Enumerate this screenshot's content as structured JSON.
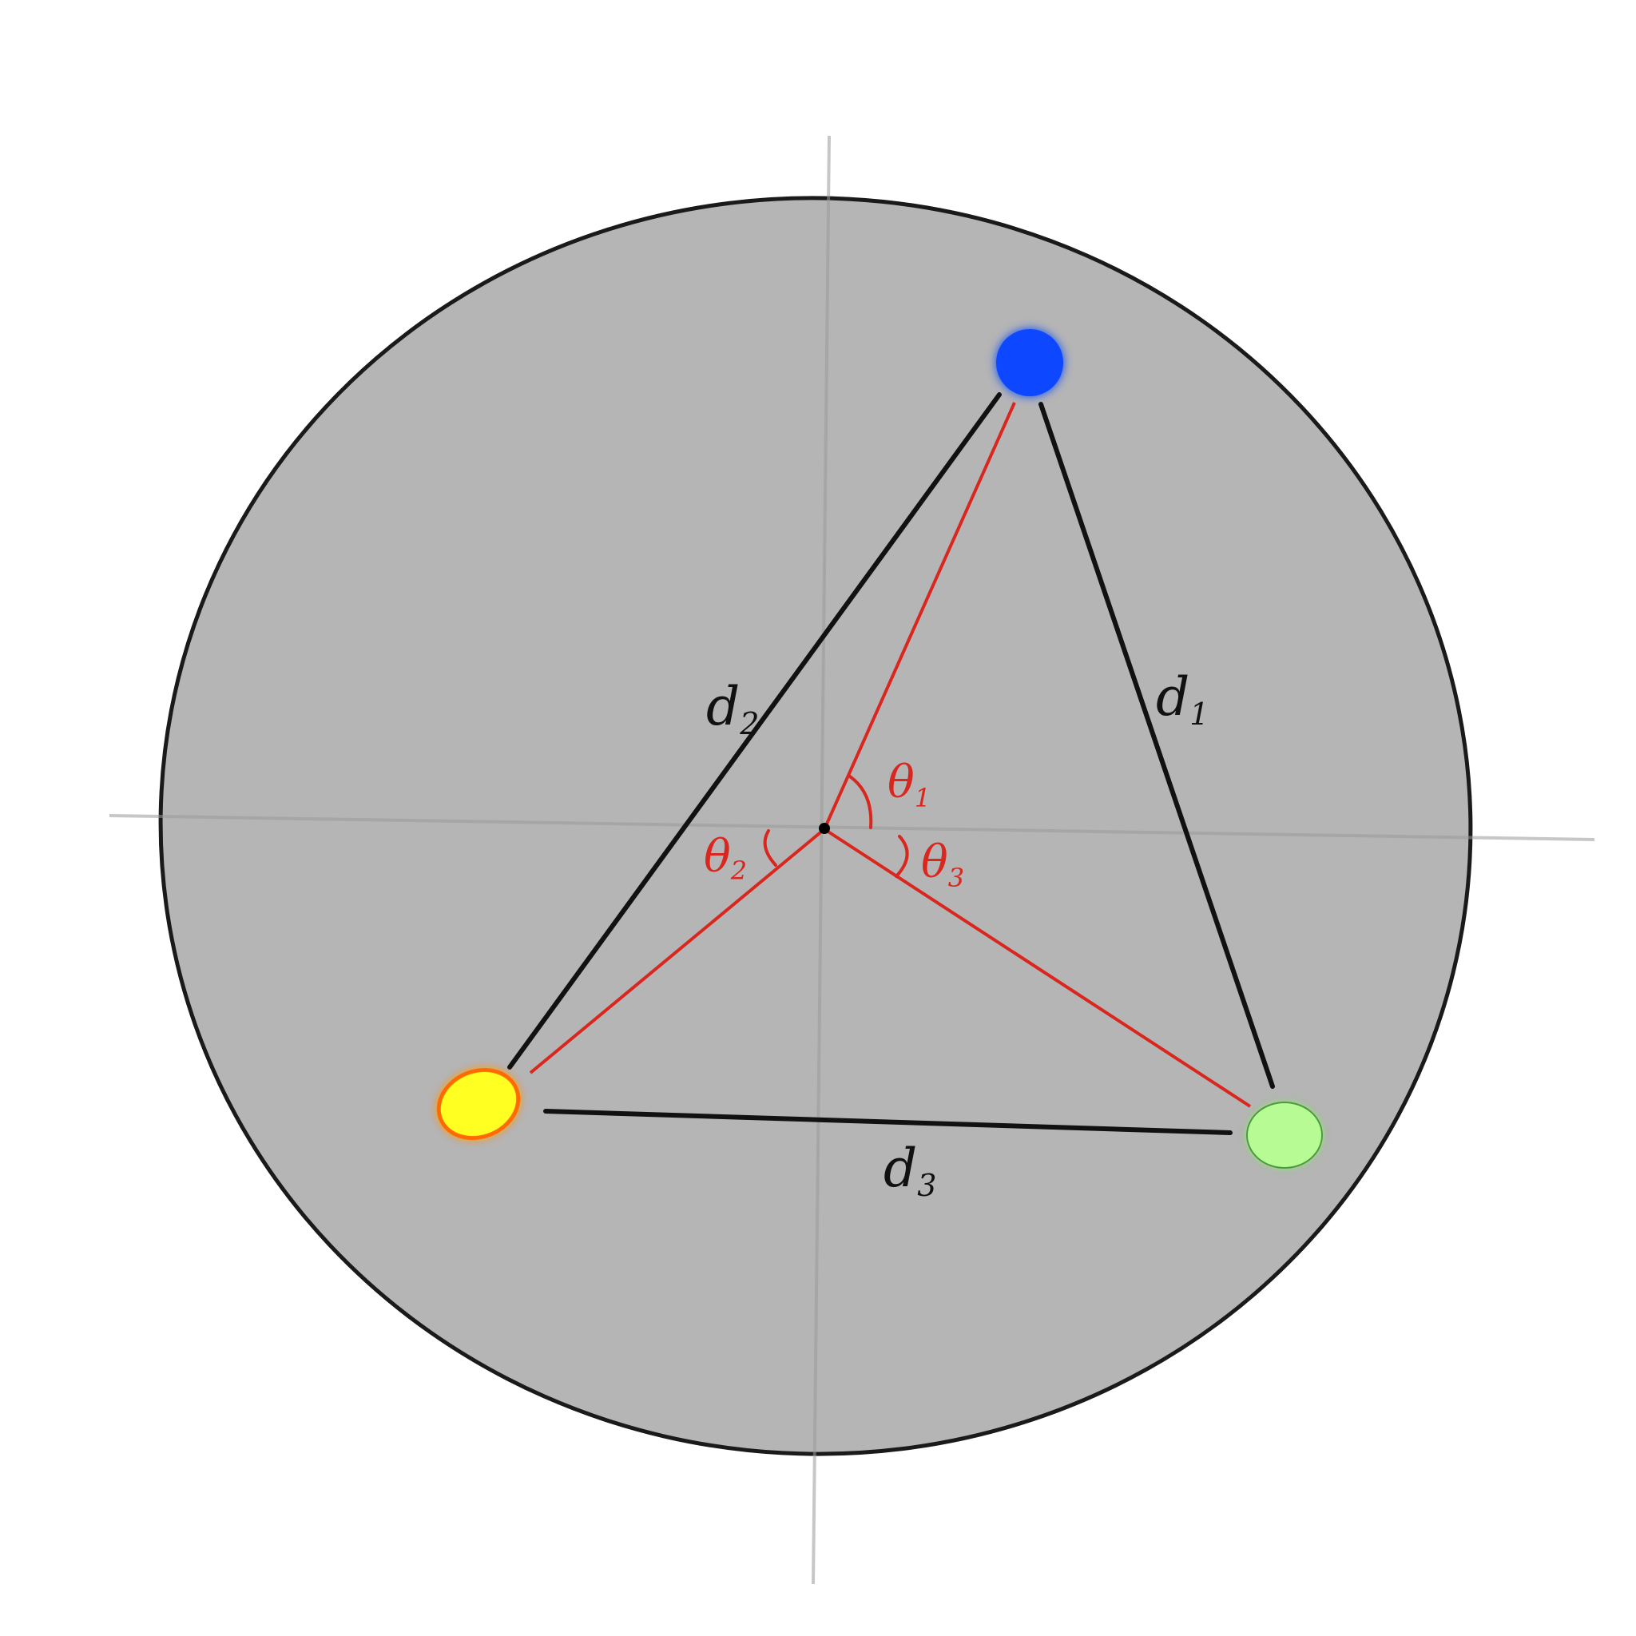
{
  "labels": {
    "d1": {
      "base": "d",
      "sub": "1"
    },
    "d2": {
      "base": "d",
      "sub": "2"
    },
    "d3": {
      "base": "d",
      "sub": "3"
    },
    "theta1": {
      "base": "θ",
      "sub": "1"
    },
    "theta2": {
      "base": "θ",
      "sub": "2"
    },
    "theta3": {
      "base": "θ",
      "sub": "3"
    }
  },
  "colors": {
    "disk_fill": "#b5b5b5",
    "disk_stroke": "#1a1a1a",
    "axis": "#9a9a9a",
    "side_line": "#111111",
    "radial_line": "#d9271f",
    "blue_point": "#1046ff",
    "yellow_point": "#ffff22",
    "yellow_glow": "#ff6a00",
    "green_point": "#b6fb94",
    "green_glow": "#4a9b3a",
    "center_point": "#000000"
  }
}
